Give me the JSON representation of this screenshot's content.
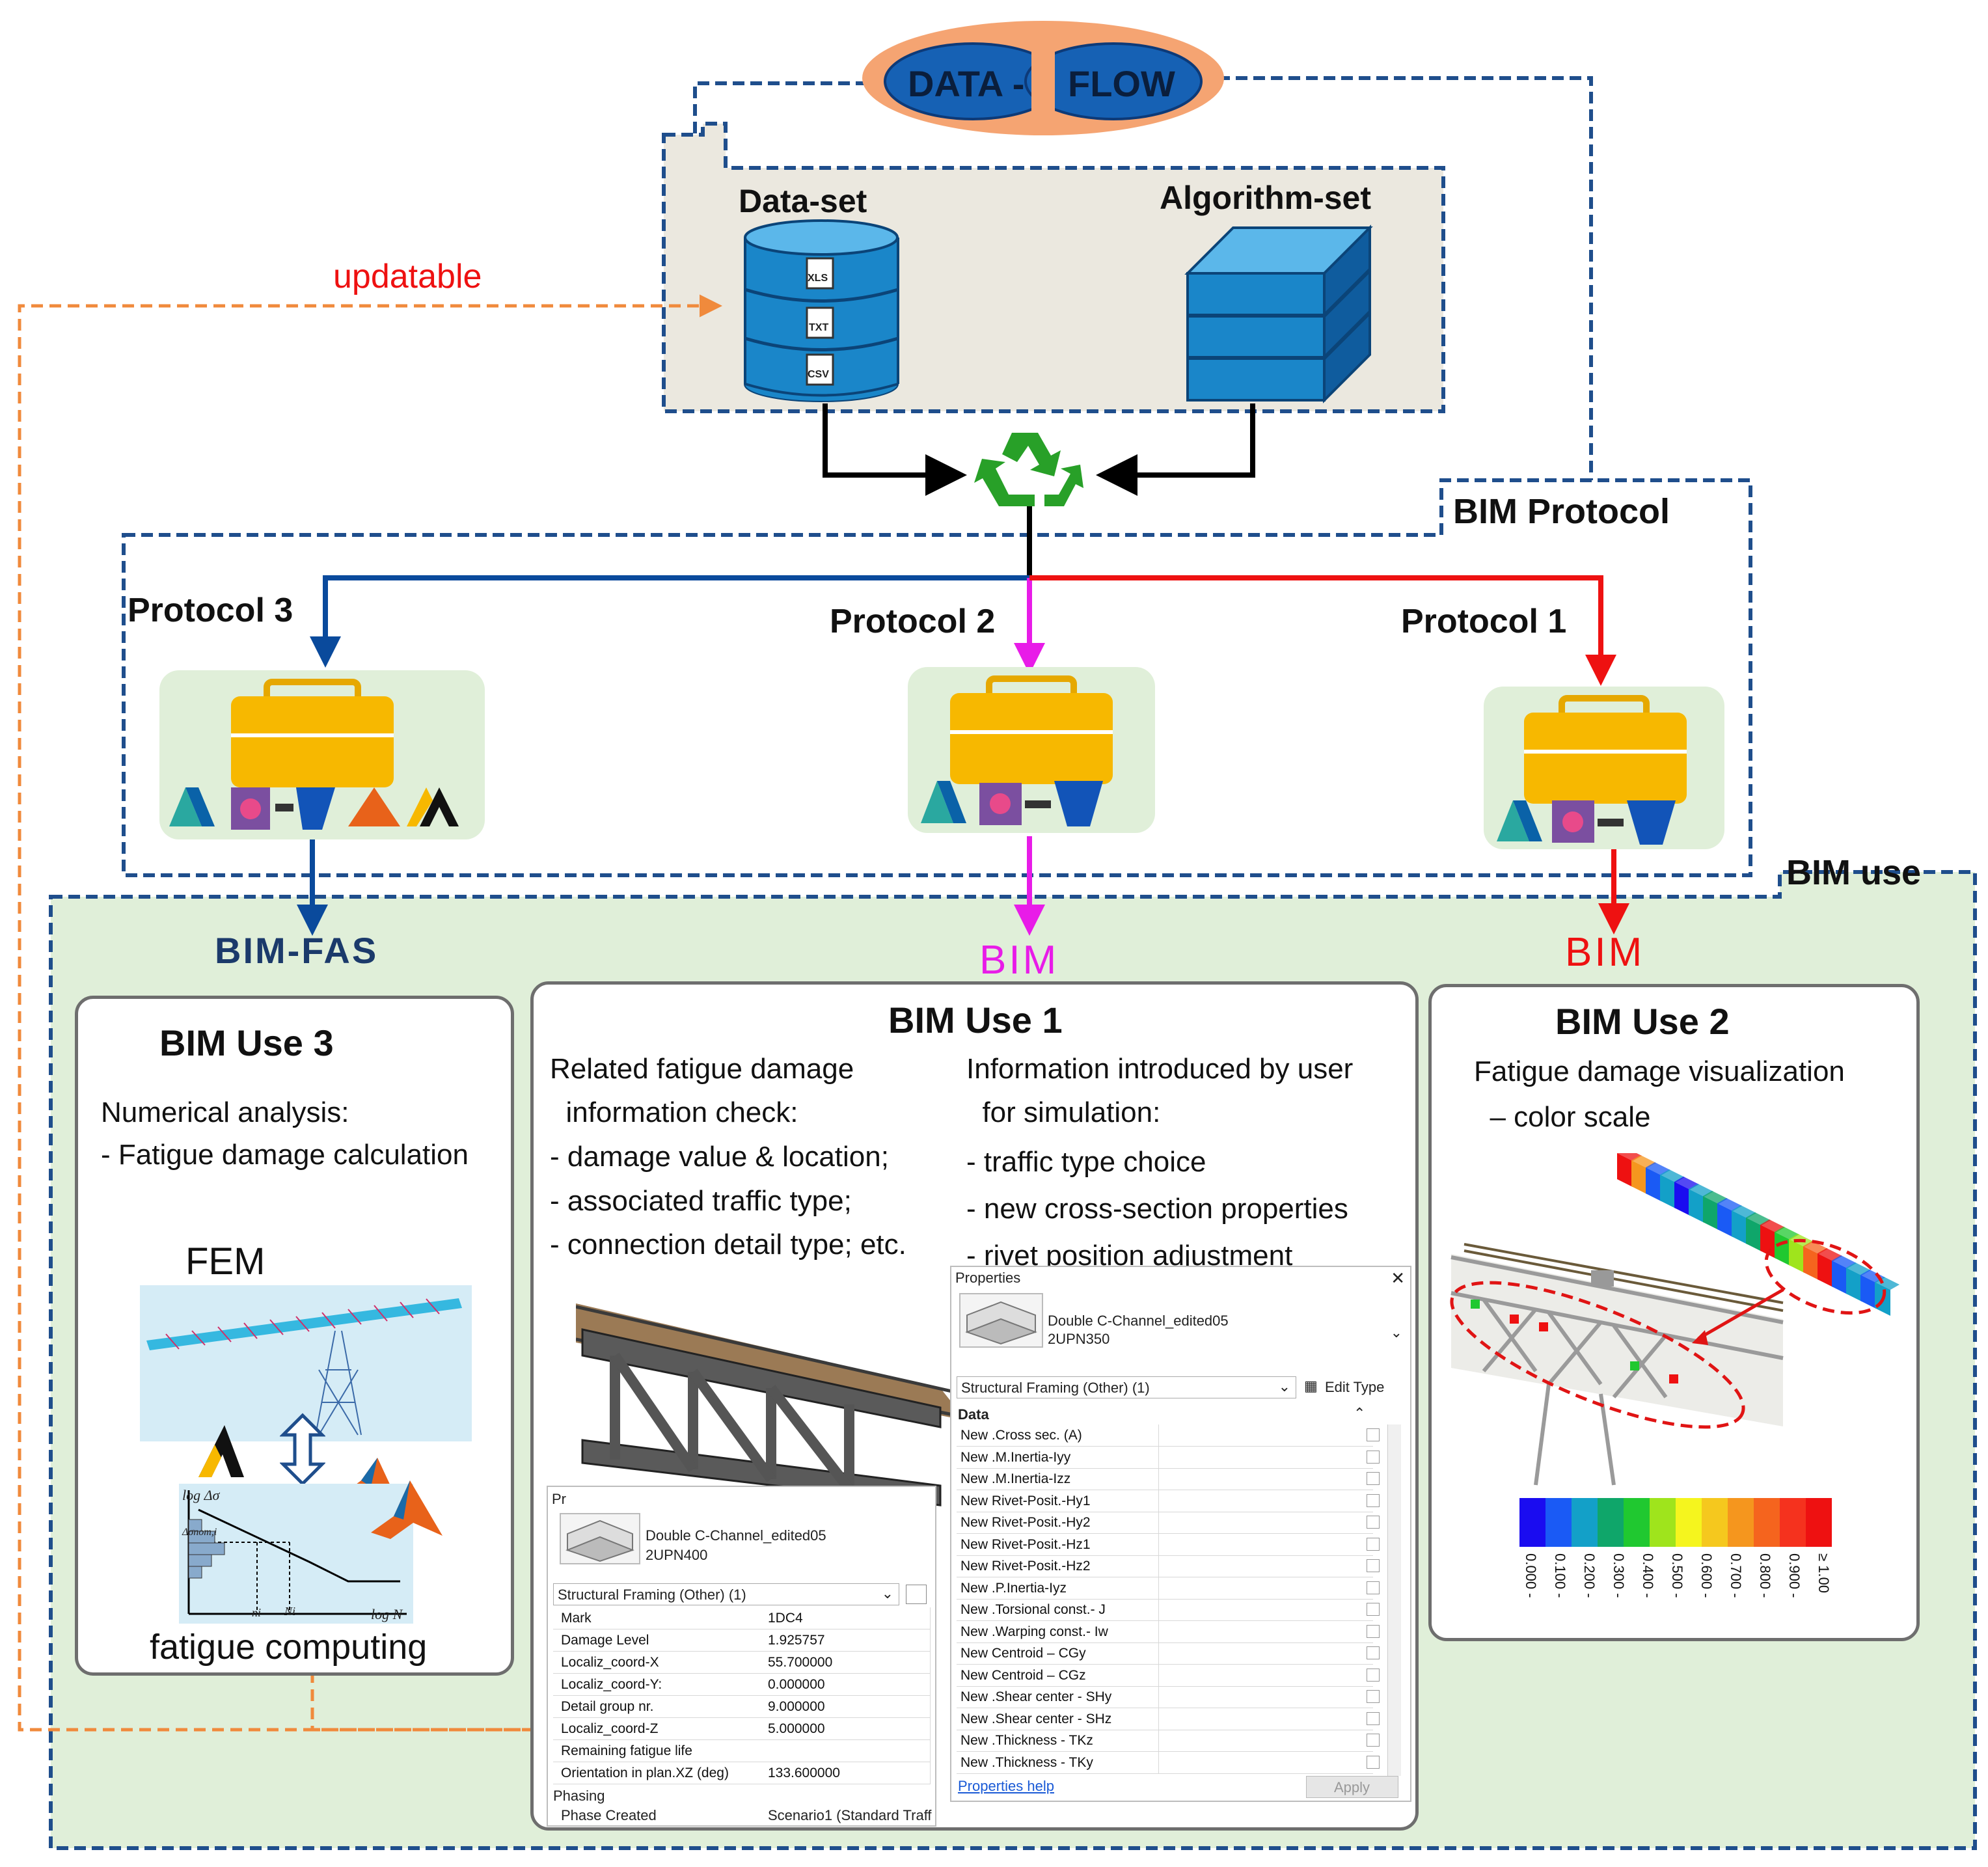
{
  "colors": {
    "dash_blue": "#1f4e8c",
    "dash_orange": "#f08a3c",
    "protocol3_blue": "#0a4a9c",
    "protocol2_magenta": "#e81ce8",
    "protocol1_red": "#ee1111",
    "green_bg": "#e0efd9",
    "beige_bg": "#ebe8df"
  },
  "header": {
    "data_label": "DATA -",
    "flow_label": "FLOW"
  },
  "storage": {
    "dataset_label": "Data-set",
    "algorithm_label": "Algorithm-set",
    "file_icons": [
      "XLS",
      "TXT",
      "CSV"
    ]
  },
  "updatable_label": "updatable",
  "bim_protocol_label": "BIM Protocol",
  "bim_use_label": "BIM use",
  "protocols": [
    {
      "label": "Protocol 3",
      "output": "BIM-FAS"
    },
    {
      "label": "Protocol 2",
      "output": "BIM"
    },
    {
      "label": "Protocol 1",
      "output": "BIM"
    }
  ],
  "use3": {
    "title": "BIM Use 3",
    "lines": [
      "Numerical analysis:",
      "- Fatigue damage calculation"
    ],
    "fem_label": "FEM",
    "fatigue_label": "fatigue computing",
    "sn_axes": {
      "y": "log Δσ",
      "x": "log N",
      "mid": "Δσnom,i",
      "n": "ni",
      "N": "Ni"
    }
  },
  "use1": {
    "title": "BIM Use 1",
    "left_lines": [
      "Related fatigue damage",
      "  information check:",
      "- damage value & location;",
      "- associated traffic type;",
      "- connection detail type; etc."
    ],
    "right_lines": [
      "Information introduced by user",
      "  for simulation:",
      "- traffic type choice",
      "- new cross-section properties",
      "- rivet position adjustment"
    ],
    "left_panel": {
      "header": "Pr",
      "family": "Double C-Channel_edited05",
      "type": "2UPN400",
      "category": "Structural Framing (Other) (1)",
      "rows": [
        [
          "Mark",
          "1DC4"
        ],
        [
          "Damage Level",
          "1.925757"
        ],
        [
          "Localiz_coord-X",
          "55.700000"
        ],
        [
          "Localiz_coord-Y:",
          "0.000000"
        ],
        [
          "Detail group nr.",
          "9.000000"
        ],
        [
          "Localiz_coord-Z",
          "5.000000"
        ],
        [
          "Remaining fatigue life",
          ""
        ],
        [
          "Orientation in plan.XZ (deg)",
          "133.600000"
        ]
      ],
      "phasing_label": "Phasing",
      "phase_row": [
        "Phase Created",
        "Scenario1 (Standard Traff"
      ]
    },
    "right_panel": {
      "header": "Properties",
      "close": "✕",
      "family": "Double C-Channel_edited05",
      "type": "2UPN350",
      "category": "Structural Framing (Other) (1)",
      "edit_type": "Edit Type",
      "section": "Data",
      "rows": [
        "New .Cross sec. (A)",
        "New .M.Inertia-Iyy",
        "New .M.Inertia-Izz",
        "New Rivet-Posit.-Hy1",
        "New Rivet-Posit.-Hy2",
        "New Rivet-Posit.-Hz1",
        "New Rivet-Posit.-Hz2",
        "New .P.Inertia-Iyz",
        "New .Torsional const.- J",
        "New .Warping const.- Iw",
        "New Centroid – CGy",
        "New Centroid – CGz",
        "New .Shear center - SHy",
        "New .Shear center - SHz",
        "New .Thickness - TKz",
        "New .Thickness - TKy"
      ],
      "help_link": "Properties help",
      "apply": "Apply"
    }
  },
  "use2": {
    "title": "BIM Use 2",
    "lines": [
      "Fatigue damage visualization",
      "  – color scale"
    ],
    "scale_labels": [
      "0.000 -",
      "0.100 -",
      "0.200 -",
      "0.300 -",
      "0.400 -",
      "0.500 -",
      "0.600 -",
      "0.700 -",
      "0.800 -",
      "0.900 -",
      "≥ 1.00"
    ],
    "scale_colors": [
      "#1a0cf0",
      "#1a5af5",
      "#13a0c8",
      "#0fa66a",
      "#20c830",
      "#9fe41c",
      "#f5f51e",
      "#f5c81e",
      "#f5961e",
      "#f5641e",
      "#f5321e",
      "#ee1111"
    ]
  }
}
